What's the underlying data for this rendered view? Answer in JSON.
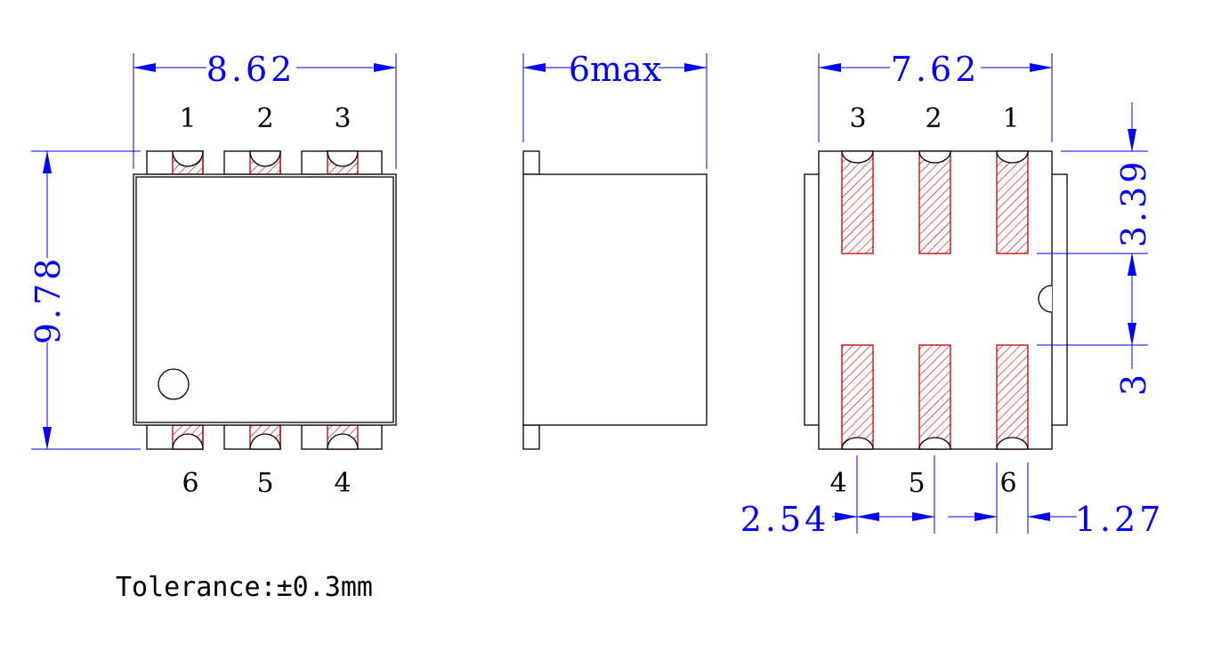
{
  "colors": {
    "dimension": "#0000ff",
    "outline": "#000000",
    "pad_hatch": "#c00000"
  },
  "front_view": {
    "width_label": "8.62",
    "height_label": "9.78",
    "pins_top": [
      "1",
      "2",
      "3"
    ],
    "pins_bottom": [
      "6",
      "5",
      "4"
    ]
  },
  "side_view": {
    "height_label": "6max"
  },
  "bottom_view": {
    "width_label": "7.62",
    "pins_top": [
      "3",
      "2",
      "1"
    ],
    "pins_bottom": [
      "4",
      "5",
      "6"
    ],
    "pad_length_label": "3.39",
    "pad_gap_label": "3",
    "pitch_label": "2.54",
    "pad_width_label": "1.27"
  },
  "note": "Tolerance:±0.3mm"
}
